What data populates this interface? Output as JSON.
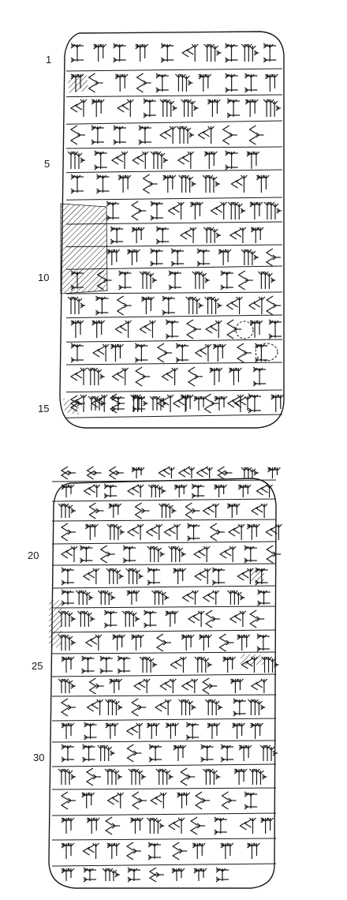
{
  "obverse": {
    "line_numbers": [
      "1",
      "5",
      "10",
      "15"
    ]
  },
  "reverse": {
    "line_numbers": [
      "20",
      "25",
      "30"
    ]
  },
  "colors": {
    "ink": "#1a1a1a",
    "paper": "#ffffff"
  }
}
